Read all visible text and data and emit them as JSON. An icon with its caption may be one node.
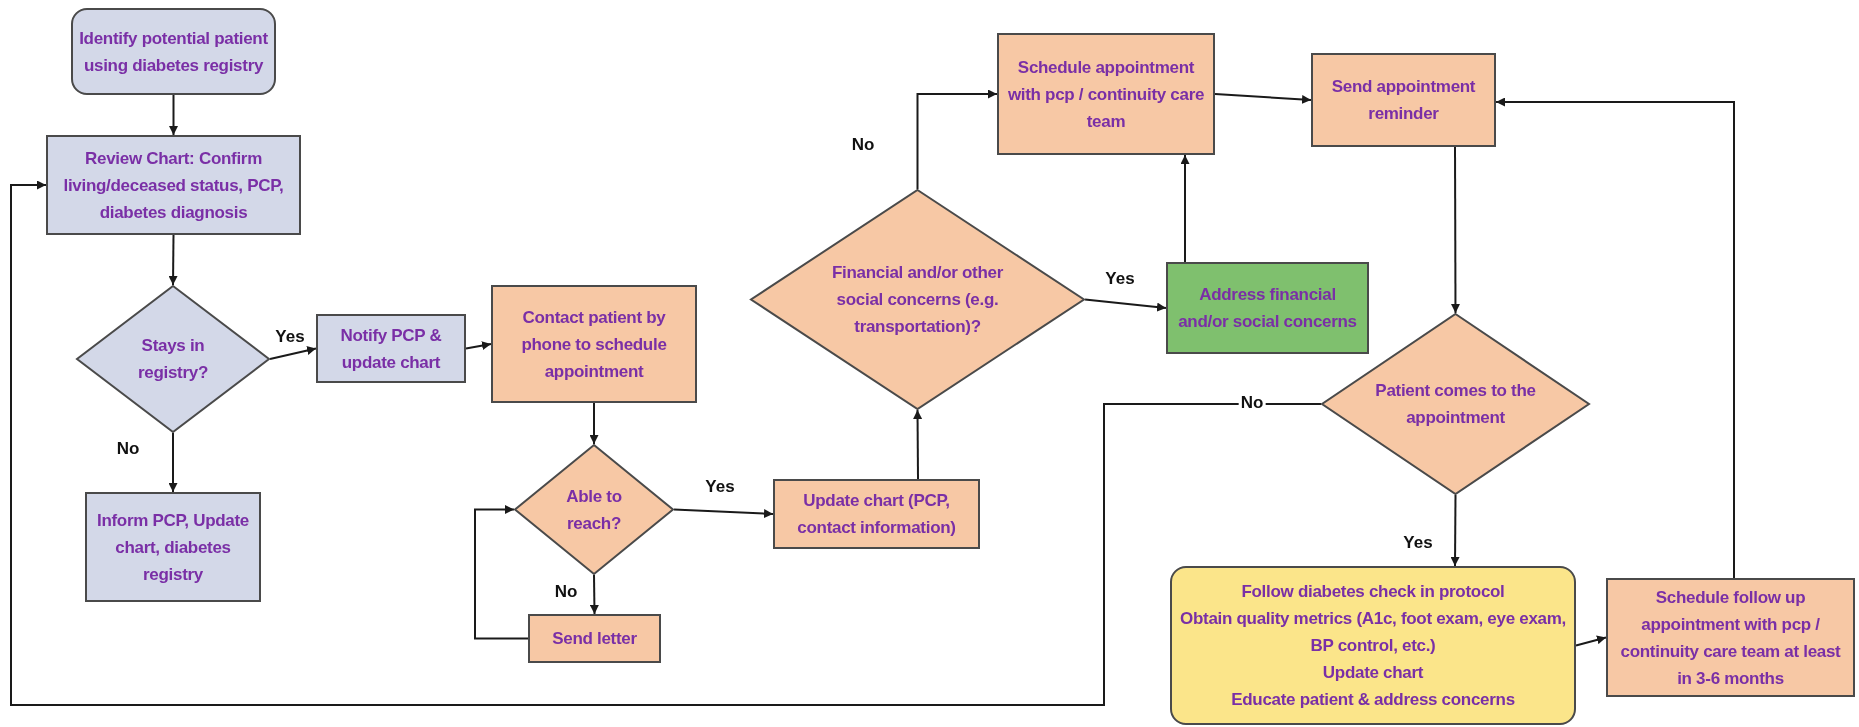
{
  "diagram": {
    "nodes": [
      {
        "text": [
          "Identify potential patient using diabetes registry"
        ]
      },
      {
        "text": [
          "Review Chart: Confirm living/deceased status, PCP, diabetes diagnosis"
        ]
      },
      {
        "text": [
          "Stays in registry?"
        ]
      },
      {
        "text": [
          "Notify PCP & update chart"
        ]
      },
      {
        "text": [
          "Inform PCP, Update chart, diabetes registry"
        ]
      },
      {
        "text": [
          "Contact patient by phone to schedule appointment"
        ]
      },
      {
        "text": [
          "Able to reach?"
        ]
      },
      {
        "text": [
          "Send letter"
        ]
      },
      {
        "text": [
          "Update chart (PCP, contact information)"
        ]
      },
      {
        "text": [
          "Financial and/or other social concerns (e.g. transportation)?"
        ]
      },
      {
        "text": [
          "Schedule appointment with pcp / continuity care team"
        ]
      },
      {
        "text": [
          "Address financial and/or social concerns"
        ]
      },
      {
        "text": [
          "Send appointment reminder"
        ]
      },
      {
        "text": [
          "Patient comes to the appointment"
        ]
      },
      {
        "text": [
          "Follow diabetes check in protocol",
          "Obtain quality metrics (A1c, foot exam, eye exam, BP control, etc.)",
          "Update chart",
          "Educate patient & address concerns"
        ]
      },
      {
        "text": [
          "Schedule follow up appointment with pcp / continuity care team at least in 3-6 months"
        ]
      }
    ],
    "edges": [
      {
        "from": 0,
        "to": 1,
        "arrow": "to"
      },
      {
        "from": 1,
        "to": 2,
        "arrow": "to"
      },
      {
        "from": 2,
        "to": 3,
        "arrow": "to",
        "label": "Yes"
      },
      {
        "from": 2,
        "to": 4,
        "arrow": "to",
        "label": "No"
      },
      {
        "from": 3,
        "to": 5,
        "arrow": "to"
      },
      {
        "from": 5,
        "to": 6,
        "arrow": "to"
      },
      {
        "from": 6,
        "to": 8,
        "arrow": "to",
        "label": "Yes"
      },
      {
        "from": 6,
        "to": 7,
        "arrow": "to",
        "label": "No"
      },
      {
        "from": 7,
        "to": 6,
        "arrow": "to"
      },
      {
        "from": 8,
        "to": 9,
        "arrow": "to"
      },
      {
        "from": 9,
        "to": 10,
        "arrow": "to",
        "label": "No"
      },
      {
        "from": 9,
        "to": 11,
        "arrow": "to",
        "label": "Yes"
      },
      {
        "from": 11,
        "to": 10,
        "arrow": "to"
      },
      {
        "from": 10,
        "to": 12,
        "arrow": "to"
      },
      {
        "from": 12,
        "to": 13,
        "arrow": "to"
      },
      {
        "from": 13,
        "to": 1,
        "arrow": "to",
        "label": "No"
      },
      {
        "from": 13,
        "to": 14,
        "arrow": "to",
        "label": "Yes"
      },
      {
        "from": 14,
        "to": 15,
        "arrow": "to"
      },
      {
        "from": 15,
        "to": 12,
        "arrow": "to"
      }
    ]
  }
}
